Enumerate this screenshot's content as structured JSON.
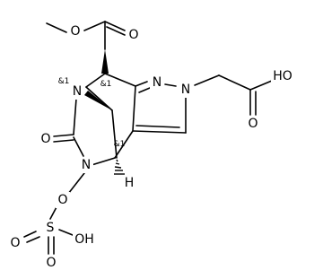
{
  "atoms": {
    "o_ester_single": "O",
    "o_ester_double": "O",
    "n_bridge": "N",
    "n_pyrazole_1": "N",
    "n_pyrazole_2": "N",
    "o_lactam": "O",
    "n_amide": "N",
    "o_n_oxy": "O",
    "s_sulfate": "S",
    "o_sulfate_double_1": "O",
    "o_sulfate_double_2": "O",
    "oh_sulfate": "OH",
    "oh_acid": "HO",
    "o_acid_double": "O",
    "h_bridgehead": "H"
  },
  "stereo_labels": {
    "n_bridge": "&1",
    "c_ester": "&1",
    "c_bridgehead": "&1"
  }
}
